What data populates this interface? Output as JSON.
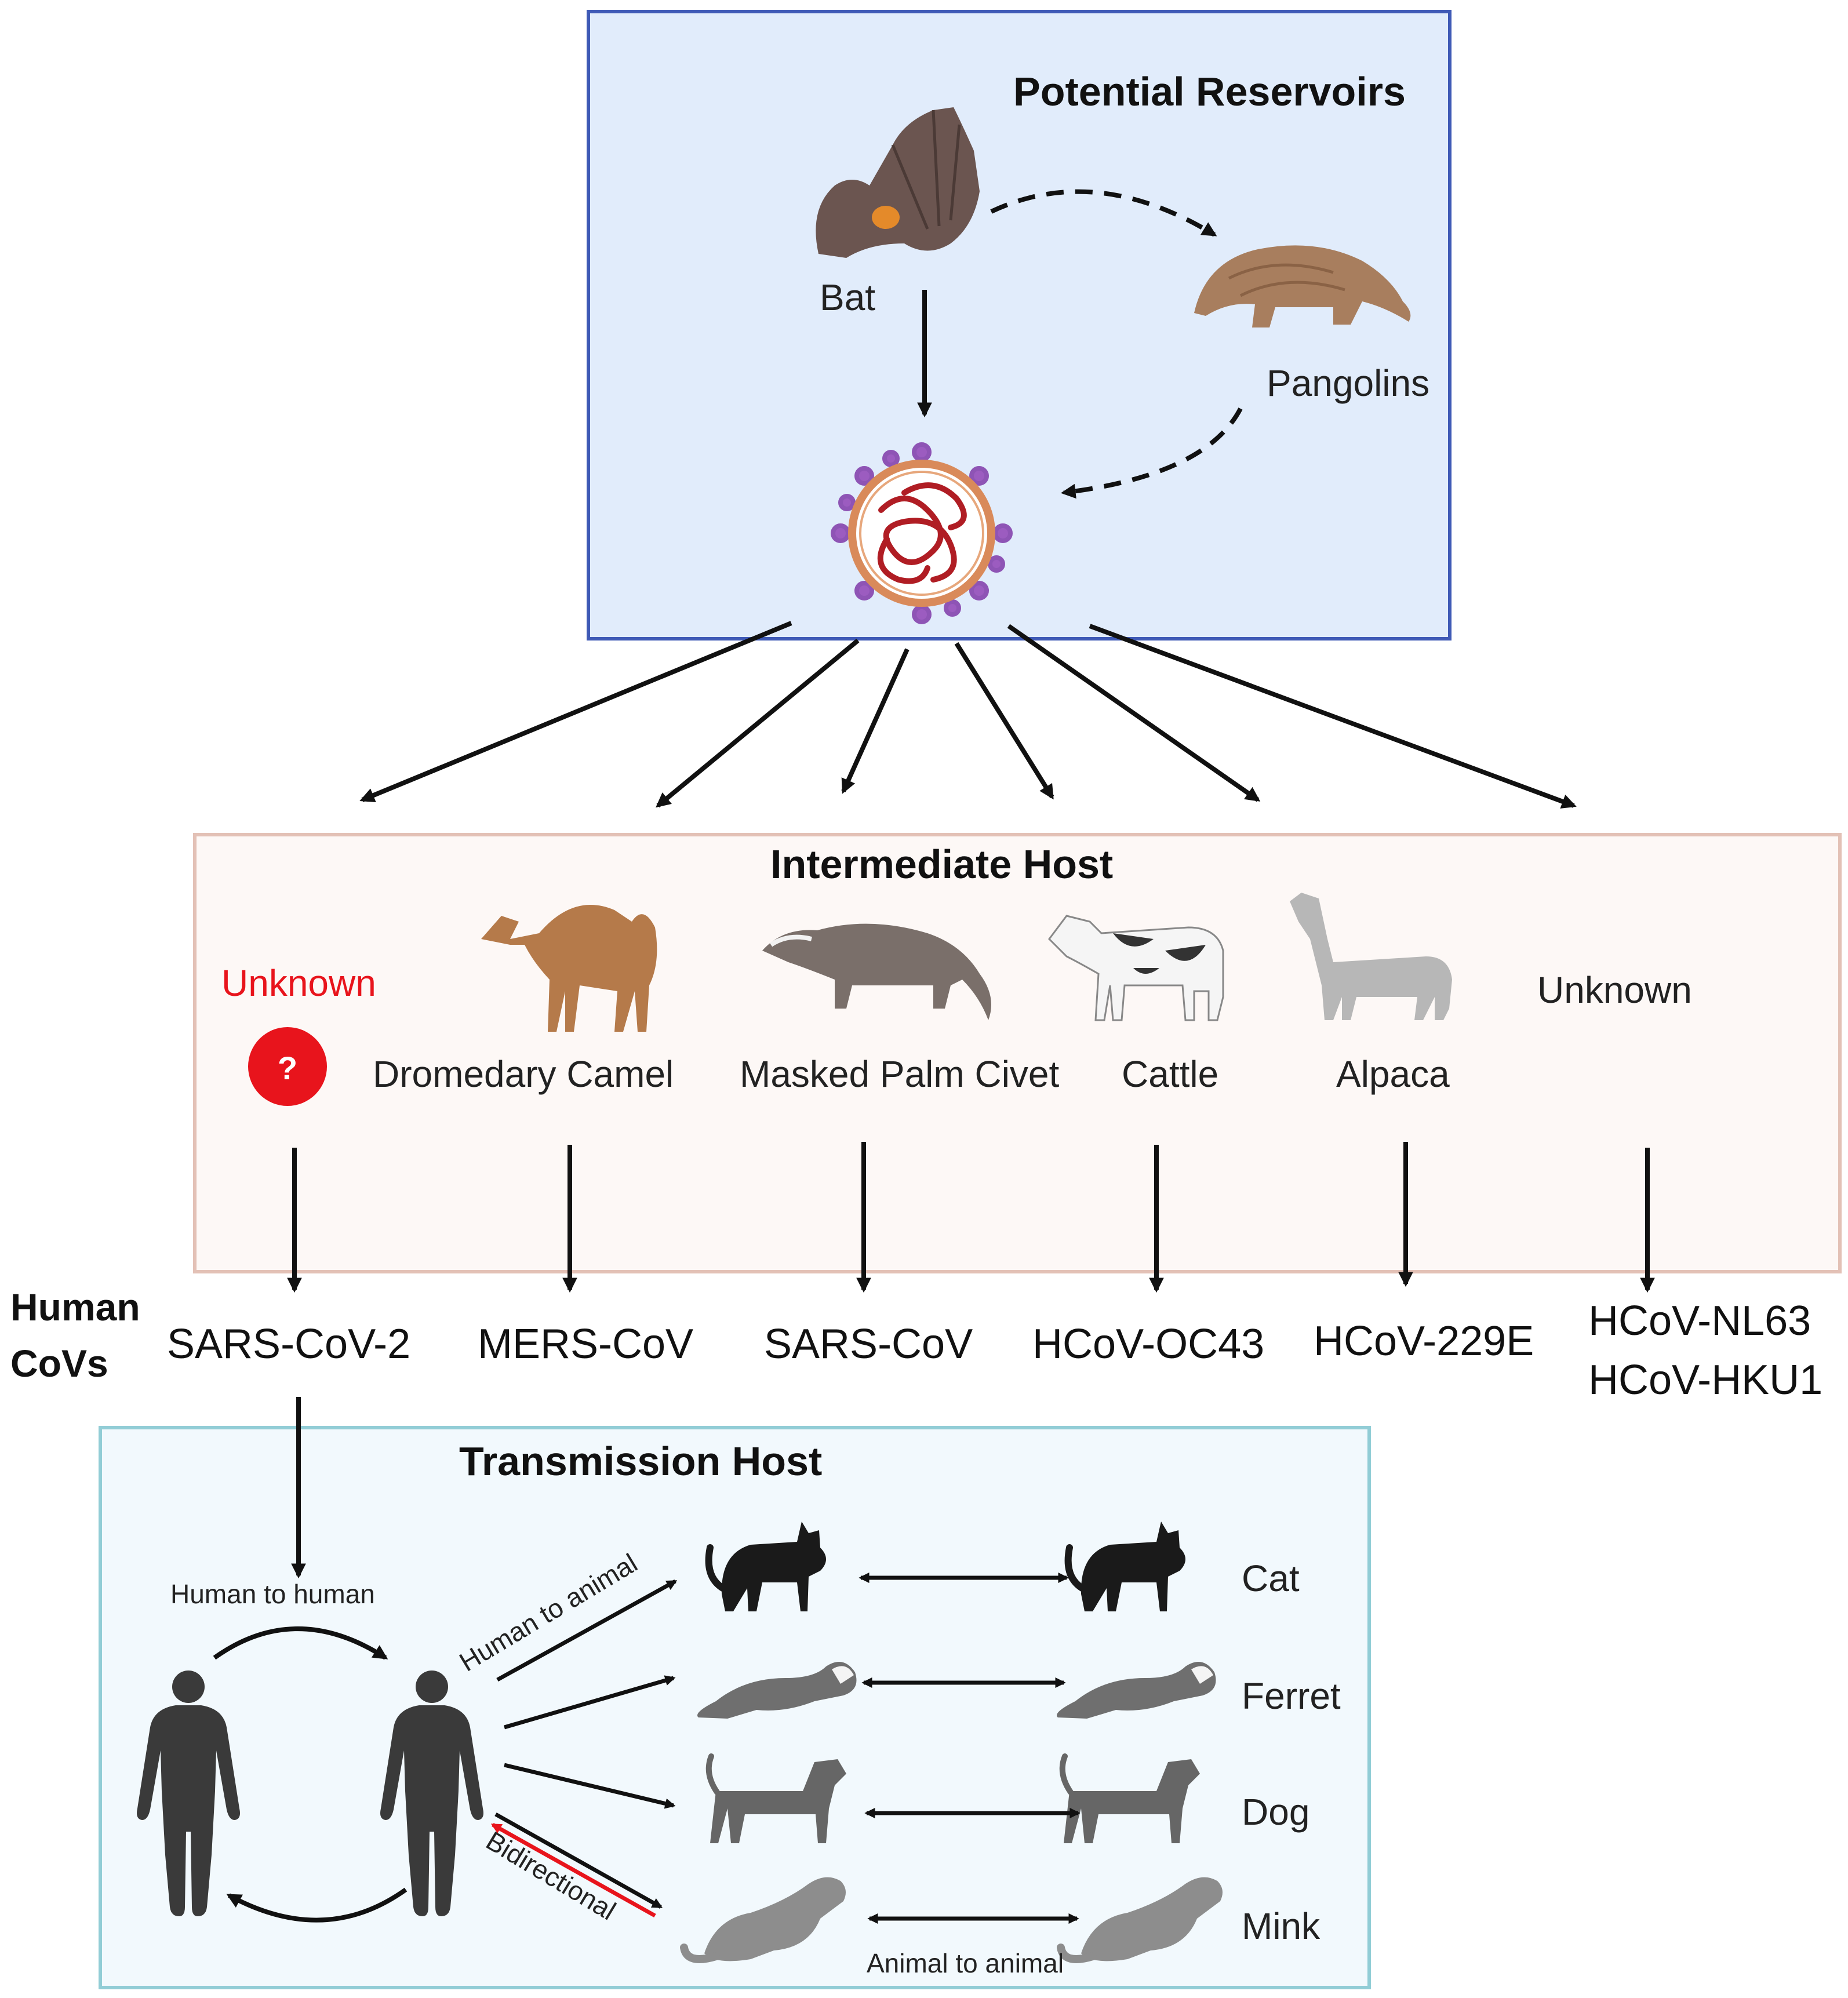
{
  "reservoirs": {
    "title": "Potential Reservoirs",
    "bat_label": "Bat",
    "pangolin_label": "Pangolins"
  },
  "intermediate": {
    "title": "Intermediate Host",
    "unknown_left": "Unknown",
    "question_mark": "?",
    "camel": "Dromedary Camel",
    "civet": "Masked Palm Civet",
    "cattle": "Cattle",
    "alpaca": "Alpaca",
    "unknown_right": "Unknown"
  },
  "human_covs": {
    "label_line1": "Human",
    "label_line2": "CoVs",
    "sars_cov_2": "SARS-CoV-2",
    "mers": "MERS-CoV",
    "sars": "SARS-CoV",
    "oc43": "HCoV-OC43",
    "e229": "HCoV-229E",
    "nl63": "HCoV-NL63",
    "hku1": "HCoV-HKU1"
  },
  "transmission": {
    "title": "Transmission Host",
    "human_to_human": "Human to human",
    "human_to_animal": "Human to animal",
    "bidirectional": "Bidirectional",
    "animal_to_animal": "Animal to animal",
    "cat": "Cat",
    "ferret": "Ferret",
    "dog": "Dog",
    "mink": "Mink"
  },
  "colors": {
    "reservoir_fill": "#e1ecfb",
    "reservoir_border": "#3f5ab6",
    "intermediate_fill": "#fdf8f6",
    "intermediate_border": "#e3c1b6",
    "transmission_fill": "#f2f9fd",
    "transmission_border": "#92cdd6",
    "unknown_red": "#e8141c"
  }
}
